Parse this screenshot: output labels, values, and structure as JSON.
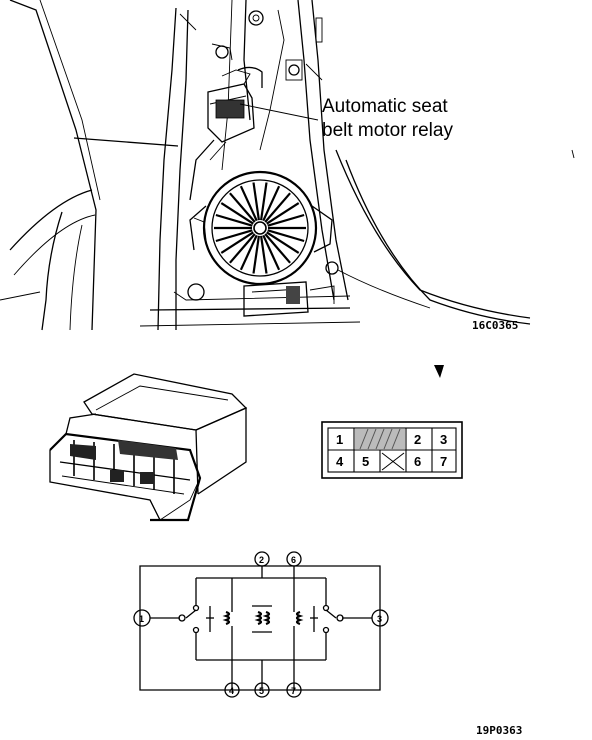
{
  "callout": {
    "line1": "Automatic seat",
    "line2": "belt motor relay"
  },
  "figure_codes": {
    "top": "16C0365",
    "bottom": "19P0363"
  },
  "connector_pins": [
    "1",
    "2",
    "3",
    "4",
    "5",
    "6",
    "7"
  ],
  "schematic_terminals": [
    "1",
    "2",
    "3",
    "4",
    "5",
    "6",
    "7"
  ]
}
